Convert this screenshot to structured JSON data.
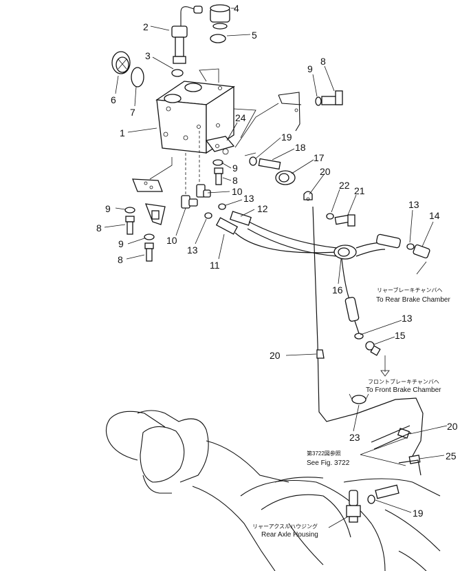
{
  "callouts": {
    "c1": "1",
    "c2": "2",
    "c3": "3",
    "c4": "4",
    "c5": "5",
    "c6": "6",
    "c7": "7",
    "c8a": "8",
    "c9a": "9",
    "c24": "24",
    "c19a": "19",
    "c18": "18",
    "c17": "17",
    "c9b": "9",
    "c8b": "8",
    "c10a": "10",
    "c13a": "13",
    "c12": "12",
    "c20a": "20",
    "c22": "22",
    "c21": "21",
    "c9c": "9",
    "c8c": "8",
    "c9d": "9",
    "c8d": "8",
    "c10b": "10",
    "c13b": "13",
    "c11": "11",
    "c13c": "13",
    "c14": "14",
    "c16": "16",
    "c13d": "13",
    "c15": "15",
    "c20b": "20",
    "c23": "23",
    "c20c": "20",
    "c25": "25",
    "c19b": "19"
  },
  "captions": {
    "rear_brake_jp": "リャーブレーキチャンバヘ",
    "rear_brake_en": "To Rear Brake Chamber",
    "front_brake_jp": "フロントブレーキチャンバヘ",
    "front_brake_en": "To Front Brake Chamber",
    "see_fig_jp": "第3722図参照",
    "see_fig_en": "See Fig. 3722",
    "axle_jp": "リャーアクスルハウジング",
    "axle_en": "Rear Axle Housing"
  }
}
